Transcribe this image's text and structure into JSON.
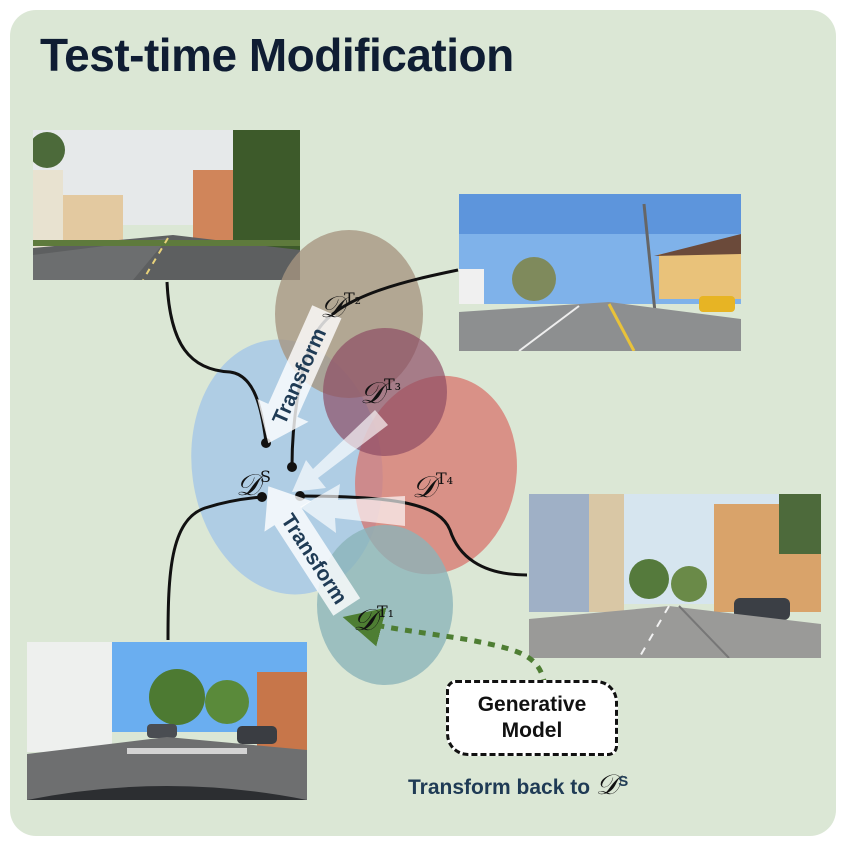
{
  "title": "Test-time Modification",
  "domains": {
    "source": {
      "symbol": "𝒟",
      "sup": "S"
    },
    "t1": {
      "symbol": "𝒟",
      "sup": "T₁"
    },
    "t2": {
      "symbol": "𝒟",
      "sup": "T₂"
    },
    "t3": {
      "symbol": "𝒟",
      "sup": "T₃"
    },
    "t4": {
      "symbol": "𝒟",
      "sup": "T₄"
    }
  },
  "arrows": {
    "upper_label": "Transform",
    "lower_label": "Transform"
  },
  "generative_box": {
    "line1": "Generative",
    "line2": "Model"
  },
  "caption": {
    "text": "Transform back to",
    "symbol": "𝒟",
    "sup": "S"
  },
  "colors": {
    "background": "#dbe7d5",
    "source_ellipse": "#a7c8e6",
    "t1_ellipse": "#8bb3b8",
    "t2_ellipse": "#a69580",
    "t3_ellipse": "#8c4a63",
    "t4_ellipse": "#d8706a",
    "dotted_arrow": "#4e7e33"
  }
}
